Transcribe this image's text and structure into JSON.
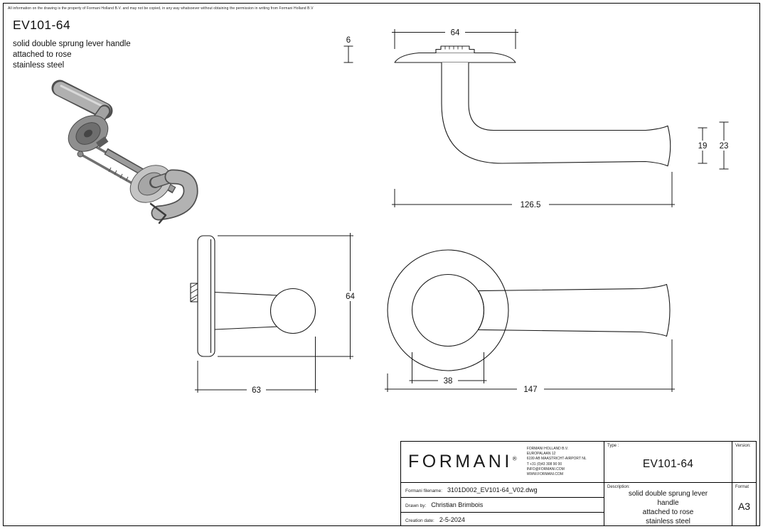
{
  "sheet": {
    "disclaimer": "All information on the drawing is the property of Formani Holland B.V. and may not be copied, in any way whatsoever without obtaining the permission in writing from Formani Holland B.V"
  },
  "header": {
    "product_code": "EV101-64",
    "description_lines": [
      "solid double sprung lever handle",
      "attached to rose",
      "stainless steel"
    ]
  },
  "dimensions": {
    "rose_diameter_top": "64",
    "rose_thickness": "6",
    "grip_diameter": "19",
    "grip_end_diameter": "23",
    "handle_length_side": "126.5",
    "projection_depth": "63",
    "rose_diameter_profile": "64",
    "neck_diameter": "38",
    "overall_length": "147"
  },
  "title_block": {
    "logo_text": "FORMANI",
    "logo_reg": "®",
    "address_lines": [
      "FORMANI HOLLAND B.V.",
      "EUROPALAAN 12",
      "6199 AB MAASTRICHT-AIRPORT NL",
      "T +31 (0)43 308 90 00",
      "INFO@FORMANI.COM",
      "WWW.FORMANI.COM"
    ],
    "type_label": "Type :",
    "type_value": "EV101-64",
    "version_label": "Version:",
    "filename_label": "Formani filename:",
    "filename_value": "3101D002_EV101-64_V02.dwg",
    "drawn_by_label": "Drawn by:",
    "drawn_by_value": "Christian Brimbois",
    "creation_date_label": "Creation date:",
    "creation_date_value": "2-5-2024",
    "description_label": "Description:",
    "description_lines": [
      "solid double sprung lever",
      "handle",
      "attached to rose",
      "stainless steel"
    ],
    "format_label": "Format",
    "format_value": "A3"
  }
}
